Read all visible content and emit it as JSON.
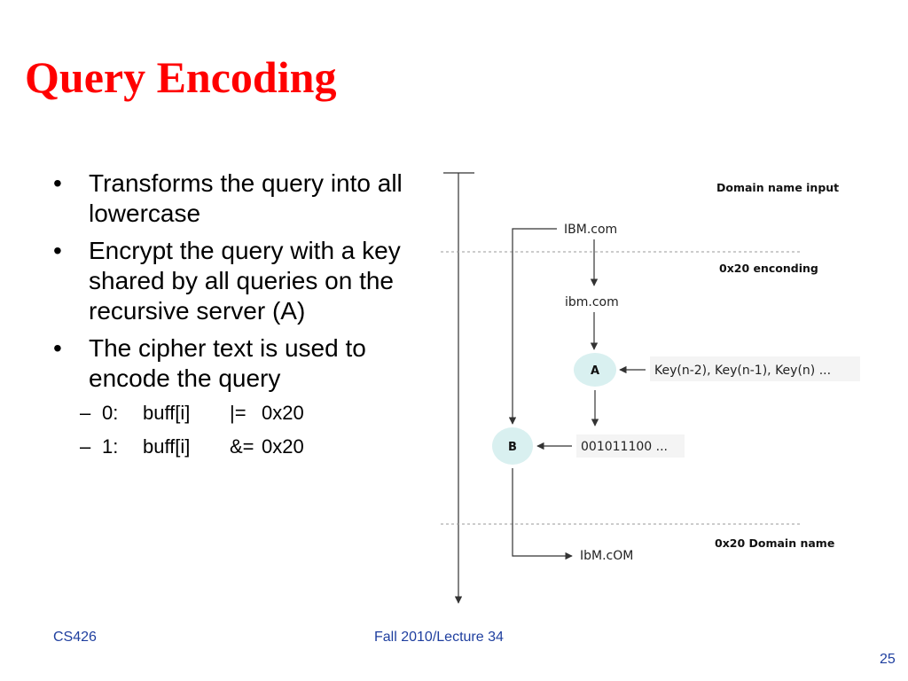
{
  "title": "Query Encoding",
  "bullets": [
    "Transforms the query into all lowercase",
    "Encrypt the query with a key shared by all queries on the recursive server (A)",
    "The cipher text is used to encode the query"
  ],
  "sub_bullets": [
    {
      "dash": "–",
      "c1": "0:",
      "c2": "buff[i]",
      "c3": "|=",
      "c4": "0x20"
    },
    {
      "dash": "–",
      "c1": "1:",
      "c2": "buff[i]",
      "c3": "&=",
      "c4": "0x20"
    }
  ],
  "diagram": {
    "section_labels": {
      "input": "Domain name input",
      "encoding": "0x20 enconding",
      "output": "0x20 Domain name"
    },
    "nodes": {
      "ibm_upper": "IBM.com",
      "ibm_lower": "ibm.com",
      "A": "A",
      "B": "B",
      "keys": "Key(n-2), Key(n-1),  Key(n) ...",
      "bits": "001011100 ...",
      "result": "IbM.cOM"
    },
    "node_fill": "#d9f0f0"
  },
  "footer": {
    "left": "CS426",
    "center": "Fall 2010/Lecture 34",
    "page": "25"
  }
}
